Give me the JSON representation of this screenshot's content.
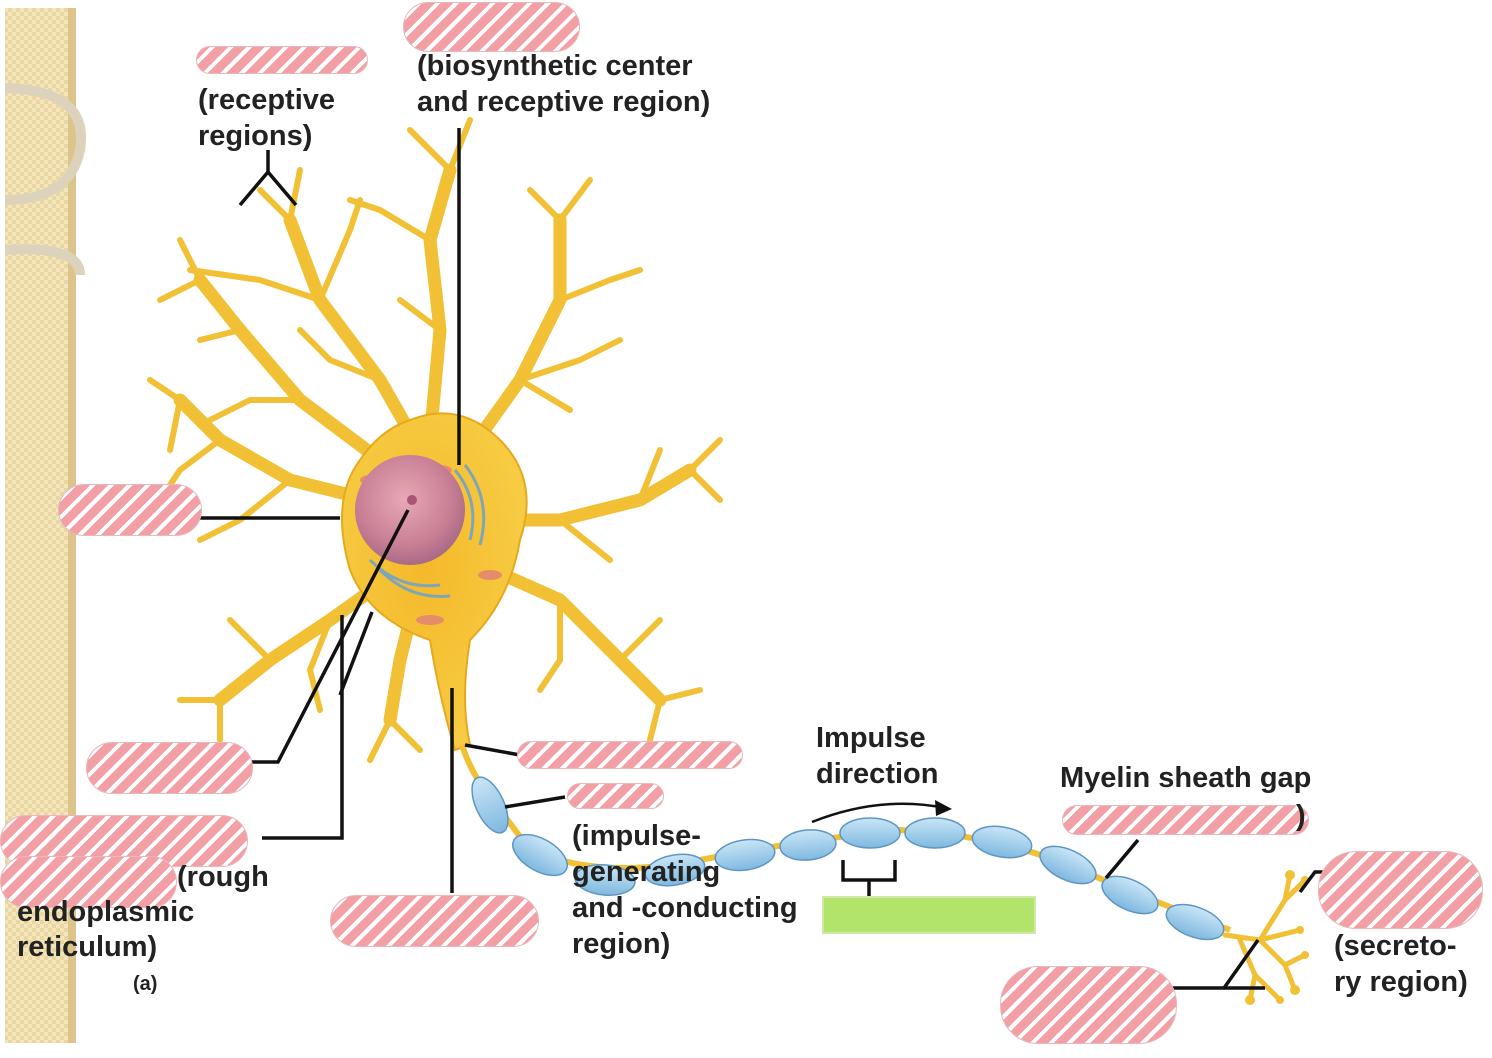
{
  "labels": {
    "dendrites_desc": [
      "(receptive",
      "regions)"
    ],
    "soma_desc": [
      "(biosynthetic center",
      "and receptive region)"
    ],
    "impulse": [
      "Impulse",
      "direction"
    ],
    "myelin": "Myelin sheath gap",
    "myelin_paren": ")",
    "axon_desc": [
      "(impulse-",
      "generating",
      "and -conducting",
      "region)"
    ],
    "rough_er": [
      "(rough",
      "endoplasmic",
      "reticulum)"
    ],
    "secretory": [
      "(secreto-",
      "ry region)"
    ],
    "figure_letter": "(a)"
  },
  "colors": {
    "neuron": "#f5c431",
    "neuron_edge": "#e3a21a",
    "nucleus": "#d98fa0",
    "myelin": "#a9d3ee",
    "mask_stripe": "#f2a0a6",
    "answer_box": "#b2e36b",
    "sidebar": "#f0e0b0"
  }
}
